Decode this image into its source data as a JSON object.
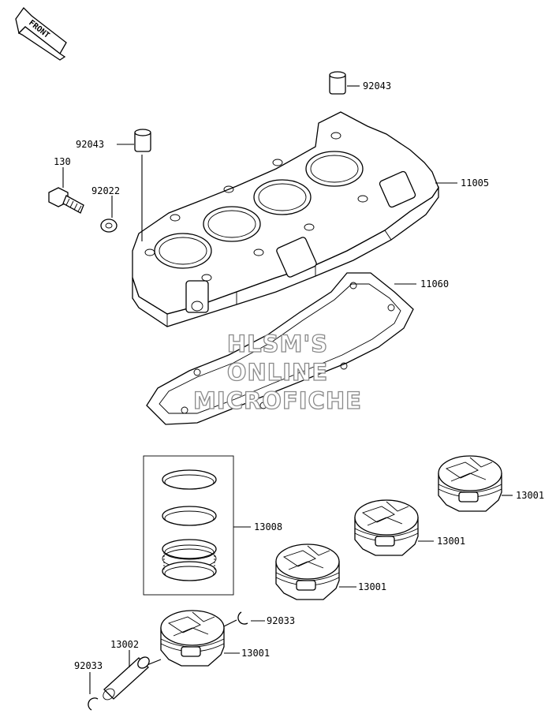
{
  "front_label": "FRONT",
  "watermark": {
    "line1": "HLSM'S",
    "line2": "ONLINE",
    "line3": "MICROFICHE"
  },
  "callouts": {
    "dowel_top": "92043",
    "dowel_left": "92043",
    "bolt": "130",
    "washer": "92022",
    "cylinder": "11005",
    "gasket": "11060",
    "ring_set": "13008",
    "piston_a": "13001",
    "piston_b": "13001",
    "piston_c": "13001",
    "piston_d": "13001",
    "clip_right": "92033",
    "pin": "13002",
    "clip_left": "92033"
  }
}
